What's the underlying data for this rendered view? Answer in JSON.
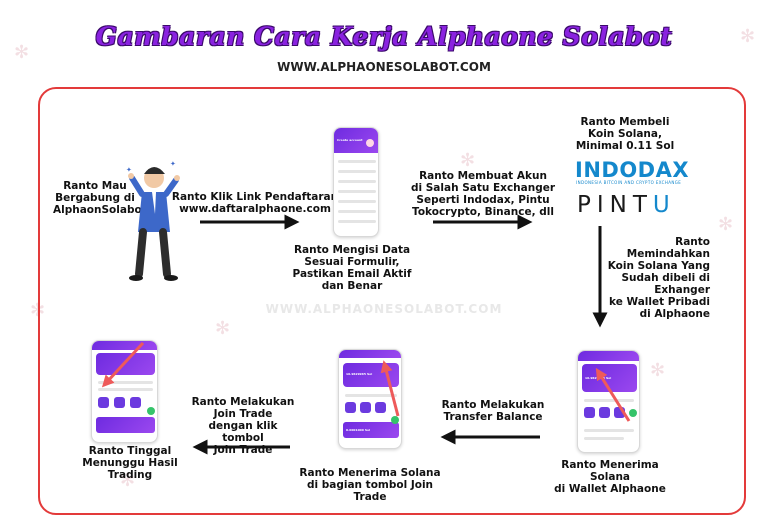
{
  "header": {
    "title": "Gambaran Cara Kerja Alphaone Solabot",
    "website": "WWW.ALPHAONESOLABOT.COM"
  },
  "watermark": "WWW.ALPHAONESOLABOT.COM",
  "steps": {
    "join": "Ranto Mau\nBergabung di\nAlphaonSolabot",
    "click_link": "Ranto Klik Link Pendaftaran\nwww.daftaralphaone.com",
    "fill_form": "Ranto Mengisi Data\nSesuai Formulir,\nPastikan Email Aktif\ndan Benar",
    "create_account": "Ranto Membuat Akun\ndi Salah Satu Exchanger\nSeperti Indodax, Pintu\nTokocrypto, Binance, dll",
    "buy_solana": "Ranto Membeli\nKoin Solana,\nMinimal 0.11 Sol",
    "move_solana": "Ranto\nMemindahkan\nKoin Solana Yang\nSudah dibeli di\nExhanger\nke Wallet Pribadi\ndi Alphaone",
    "receive_wallet": "Ranto Menerima Solana\ndi Wallet Alphaone",
    "transfer_balance": "Ranto Melakukan\nTransfer Balance",
    "receive_join_trade": "Ranto Menerima Solana\ndi bagian tombol Join Trade",
    "join_trade": "Ranto Melakukan\nJoin Trade\ndengan klik tombol\nJoin Trade",
    "wait_result": "Ranto Tinggal\nMenunggu Hasil\nTrading"
  },
  "logos": {
    "indodax": "INDODAX",
    "indodax_tagline": "INDONESIA BITCOIN AND CRYPTO EXCHANGE",
    "pintu_main": "PINT",
    "pintu_accent": "U"
  },
  "phones": {
    "form_title": "Create account",
    "wallet_amount": "10.9629965 Sol",
    "join_amount": "0.0001000 Sol"
  },
  "colors": {
    "title": "#8a22e0",
    "frame": "#e33a3a",
    "app_purple": "#6e2be0",
    "indodax_blue": "#1488cc",
    "pointer": "#ee5a5a"
  }
}
